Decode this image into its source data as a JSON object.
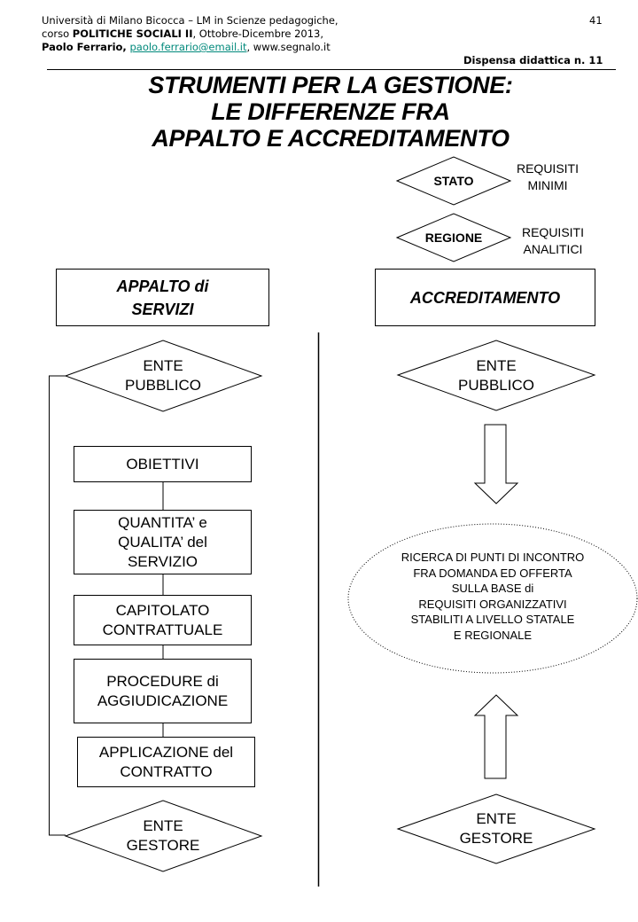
{
  "header": {
    "line1": "Università di Milano Bicocca – LM in Scienze pedagogiche,",
    "line2_prefix": "corso ",
    "line2_bold": "POLITICHE SOCIALI II",
    "line2_suffix": ", Ottobre-Dicembre 2013,",
    "author": "Paolo Ferrario,",
    "email": "paolo.ferrario@email.it",
    "website": ", www.segnalo.it",
    "page_number": "41",
    "handout": "Dispensa didattica n. 11",
    "email_color": "#00897b"
  },
  "title": {
    "line1": "STRUMENTI PER LA GESTIONE:",
    "line2": "LE DIFFERENZE FRA",
    "line3": "APPALTO E ACCREDITAMENTO"
  },
  "requirements": [
    {
      "entity": "STATO",
      "label_line1": "REQUISITI",
      "label_line2": "MINIMI"
    },
    {
      "entity": "REGIONE",
      "label_line1": "REQUISITI",
      "label_line2": "ANALITICI"
    }
  ],
  "appalto": {
    "heading_line1": "APPALTO di",
    "heading_line2": "SERVIZI",
    "start": {
      "line1": "ENTE",
      "line2": "PUBBLICO"
    },
    "steps": [
      {
        "lines": [
          "OBIETTIVI"
        ]
      },
      {
        "lines": [
          "QUANTITA’ e",
          "QUALITA’ del",
          "SERVIZIO"
        ]
      },
      {
        "lines": [
          "CAPITOLATO",
          "CONTRATTUALE"
        ]
      },
      {
        "lines": [
          "PROCEDURE di",
          "AGGIUDICAZIONE"
        ]
      },
      {
        "lines": [
          "APPLICAZIONE del",
          "CONTRATTO"
        ]
      }
    ],
    "end": {
      "line1": "ENTE",
      "line2": "GESTORE"
    }
  },
  "accreditamento": {
    "heading": "ACCREDITAMENTO",
    "start": {
      "line1": "ENTE",
      "line2": "PUBBLICO"
    },
    "center_lines": [
      "RICERCA  DI PUNTI DI INCONTRO",
      "FRA  DOMANDA ED OFFERTA",
      "SULLA  BASE di",
      "REQUISITI ORGANIZZATIVI",
      "STABILITI A LIVELLO STATALE",
      "E REGIONALE"
    ],
    "end": {
      "line1": "ENTE",
      "line2": "GESTORE"
    }
  }
}
